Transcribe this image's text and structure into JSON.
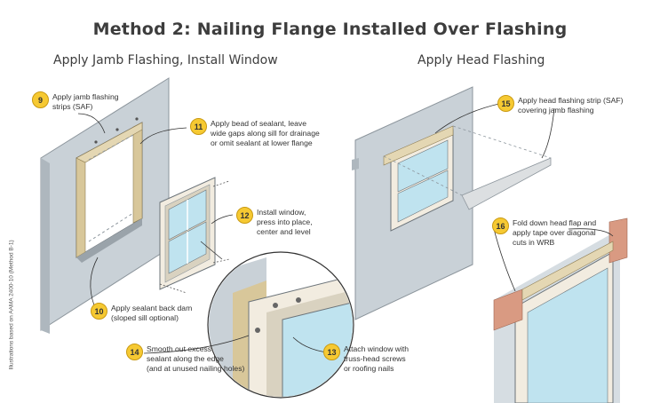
{
  "title": "Method 2: Nailing Flange Installed Over Flashing",
  "left_heading": "Apply Jamb Flashing, Install Window",
  "right_heading": "Apply Head Flashing",
  "credit": "Illustrations based on AAMA 2400-10 (Method B-1)",
  "steps": [
    {
      "number": "9",
      "text": "Apply jamb flashing\nstrips (SAF)"
    },
    {
      "number": "10",
      "text": "Apply sealant back dam\n(sloped sill optional)"
    },
    {
      "number": "11",
      "text": "Apply bead of sealant, leave\nwide gaps along sill for drainage\nor omit sealant at lower flange"
    },
    {
      "number": "12",
      "text": "Install window,\npress into place,\ncenter and level"
    },
    {
      "number": "13",
      "text": "Attach window with\ntruss-head screws\nor roofing nails"
    },
    {
      "number": "14",
      "text": "Smooth out excess\nsealant along the edge\n(and at unused nailing holes)"
    },
    {
      "number": "15",
      "text": "Apply head flashing strip (SAF)\ncovering jamb flashing"
    },
    {
      "number": "16",
      "text": "Fold down head flap and\napply tape over diagonal\ncuts in WRB"
    }
  ],
  "colors": {
    "wall": "#c9d1d7",
    "wall_edge": "#8c959c",
    "flashing": "#d8c79a",
    "frame": "#f2ece0",
    "glass": "#bfe3ef",
    "badge": "#f6c932",
    "head_flap": "#d99a82"
  }
}
